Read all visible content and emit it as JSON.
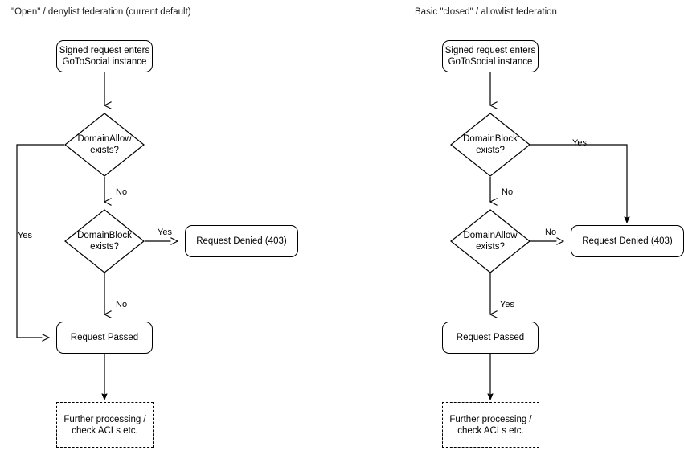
{
  "diagram": {
    "type": "flowchart",
    "background_color": "#ffffff",
    "line_color": "#000000",
    "text_color": "#000000",
    "panels": [
      {
        "id": "open-denylist",
        "title": "\"Open\" / denylist federation (current default)",
        "nodes": {
          "start": "Signed request enters\nGoToSocial instance",
          "start_line1": "Signed request enters",
          "start_line2": "GoToSocial instance",
          "decision1_line1": "DomainAllow",
          "decision1_line2": "exists?",
          "decision2_line1": "DomainBlock",
          "decision2_line2": "exists?",
          "denied": "Request Denied (403)",
          "passed": "Request Passed",
          "further_line1": "Further processing /",
          "further_line2": "check ACLs etc."
        },
        "edges": [
          {
            "from": "start",
            "to": "decision1",
            "label": ""
          },
          {
            "from": "decision1",
            "to": "passed",
            "label": "Yes"
          },
          {
            "from": "decision1",
            "to": "decision2",
            "label": "No"
          },
          {
            "from": "decision2",
            "to": "denied",
            "label": "Yes"
          },
          {
            "from": "decision2",
            "to": "passed",
            "label": "No"
          },
          {
            "from": "passed",
            "to": "further",
            "label": ""
          }
        ]
      },
      {
        "id": "closed-allowlist",
        "title": "Basic \"closed\" / allowlist federation",
        "nodes": {
          "start": "Signed request enters\nGoToSocial instance",
          "start_line1": "Signed request enters",
          "start_line2": "GoToSocial instance",
          "decision1_line1": "DomainBlock",
          "decision1_line2": "exists?",
          "decision2_line1": "DomainAllow",
          "decision2_line2": "exists?",
          "denied": "Request Denied (403)",
          "passed": "Request Passed",
          "further_line1": "Further processing /",
          "further_line2": "check ACLs etc."
        },
        "edges": [
          {
            "from": "start",
            "to": "decision1",
            "label": ""
          },
          {
            "from": "decision1",
            "to": "denied",
            "label": "Yes"
          },
          {
            "from": "decision1",
            "to": "decision2",
            "label": "No"
          },
          {
            "from": "decision2",
            "to": "denied",
            "label": "No"
          },
          {
            "from": "decision2",
            "to": "passed",
            "label": "Yes"
          },
          {
            "from": "passed",
            "to": "further",
            "label": ""
          }
        ]
      }
    ],
    "edge_labels": {
      "yes": "Yes",
      "no": "No"
    }
  }
}
